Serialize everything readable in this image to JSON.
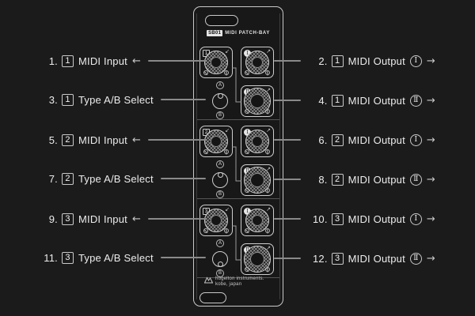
{
  "page": {
    "background_color": "#1b1b1b",
    "stroke_color": "#c9c9c9",
    "callout_line_color": "#8a8a8a",
    "text_color": "#ececec"
  },
  "panel": {
    "badge": "SB01",
    "title": "MIDI PATCH-BAY",
    "brand_line1": "hügelton instruments.",
    "brand_line2": "kobe, japan",
    "logo_icon": "mountain-logo",
    "blocks": [
      {
        "channel": "1",
        "input_arrow": "↙",
        "output_arrow": "↗",
        "out1": "Ⅰ",
        "out2": "Ⅱ",
        "select_top": "A",
        "select_bottom": "B",
        "knob_pointing": "A"
      },
      {
        "channel": "2",
        "input_arrow": "↙",
        "output_arrow": "↗",
        "out1": "Ⅰ",
        "out2": "Ⅱ",
        "select_top": "A",
        "select_bottom": "B",
        "knob_pointing": "A"
      },
      {
        "channel": "3",
        "input_arrow": "↙",
        "output_arrow": "↗",
        "out1": "Ⅰ",
        "out2": "Ⅱ",
        "select_top": "A",
        "select_bottom": "B",
        "knob_pointing": "B"
      }
    ]
  },
  "callouts": {
    "left": [
      {
        "num": "1.",
        "channel": "1",
        "label": "MIDI Input",
        "arrow": "←"
      },
      {
        "num": "3.",
        "channel": "1",
        "label": "Type A/B Select"
      },
      {
        "num": "5.",
        "channel": "2",
        "label": "MIDI Input",
        "arrow": "←"
      },
      {
        "num": "7.",
        "channel": "2",
        "label": "Type A/B Select"
      },
      {
        "num": "9.",
        "channel": "3",
        "label": "MIDI Input",
        "arrow": "←"
      },
      {
        "num": "11.",
        "channel": "3",
        "label": "Type A/B Select"
      }
    ],
    "right": [
      {
        "num": "2.",
        "channel": "1",
        "label": "MIDI Output",
        "roman": "Ⅰ",
        "arrow": "→"
      },
      {
        "num": "4.",
        "channel": "1",
        "label": "MIDI Output",
        "roman": "Ⅱ",
        "arrow": "→"
      },
      {
        "num": "6.",
        "channel": "2",
        "label": "MIDI Output",
        "roman": "Ⅰ",
        "arrow": "→"
      },
      {
        "num": "8.",
        "channel": "2",
        "label": "MIDI Output",
        "roman": "Ⅱ",
        "arrow": "→"
      },
      {
        "num": "10.",
        "channel": "3",
        "label": "MIDI Output",
        "roman": "Ⅰ",
        "arrow": "→"
      },
      {
        "num": "12.",
        "channel": "3",
        "label": "MIDI Output",
        "roman": "Ⅱ",
        "arrow": "→"
      }
    ]
  }
}
